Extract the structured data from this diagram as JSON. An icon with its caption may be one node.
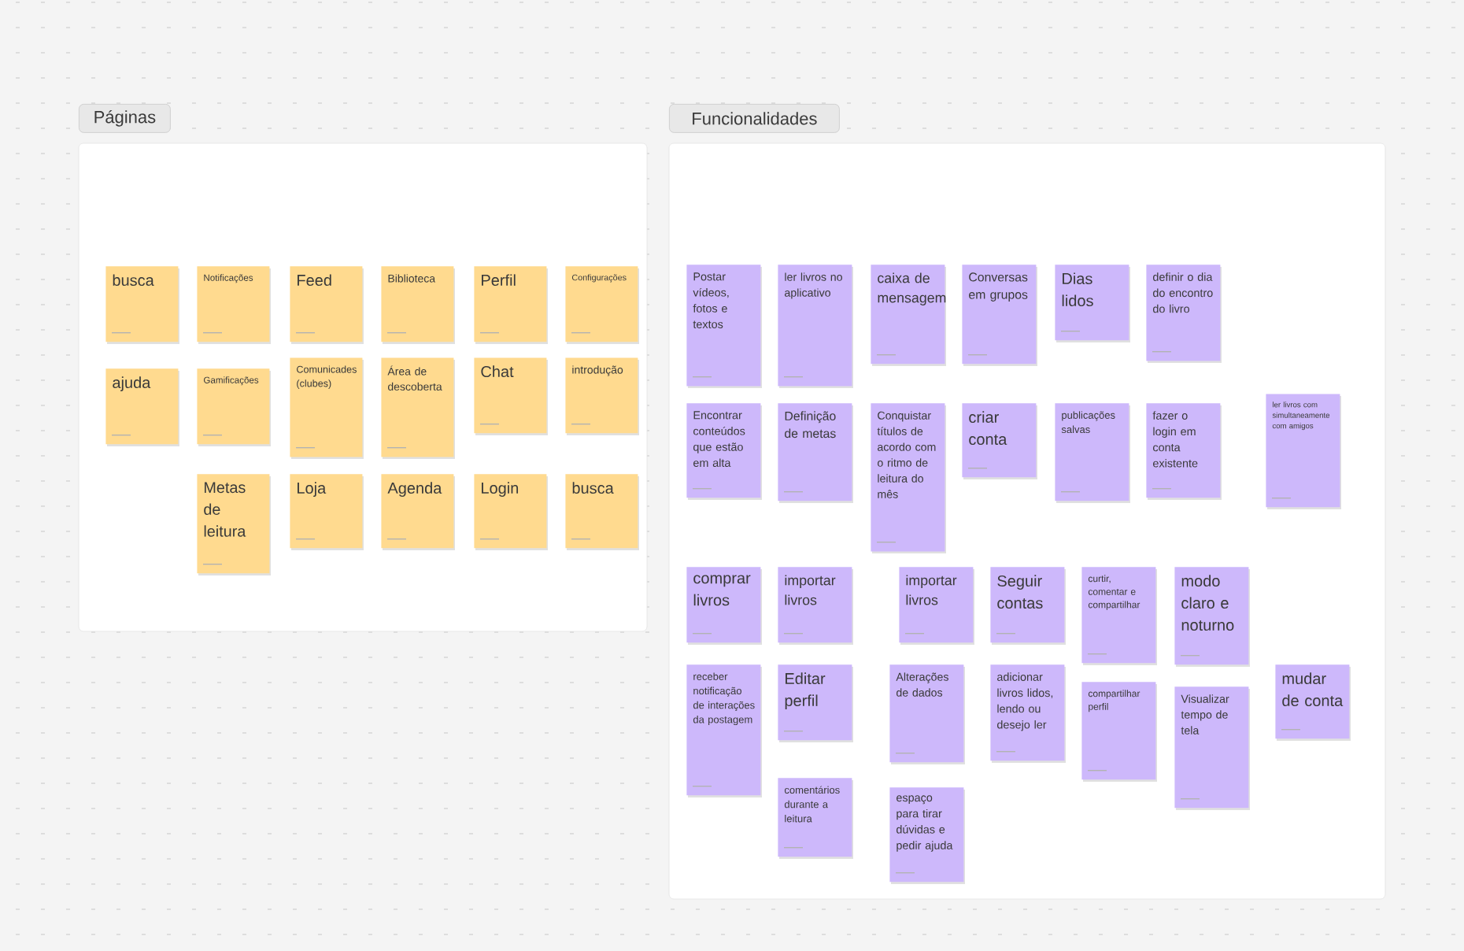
{
  "diagram": {
    "nodes": [
      {
        "text": [
          "Páginas"
        ]
      },
      {
        "text": [
          "busca"
        ],
        "in": 0
      },
      {
        "text": [
          "Notificações"
        ],
        "in": 0
      },
      {
        "text": [
          "Feed"
        ],
        "in": 0
      },
      {
        "text": [
          "Biblioteca"
        ],
        "in": 0
      },
      {
        "text": [
          "Perfil"
        ],
        "in": 0
      },
      {
        "text": [
          "Configurações"
        ],
        "in": 0
      },
      {
        "text": [
          "ajuda"
        ],
        "in": 0
      },
      {
        "text": [
          "Gamificações"
        ],
        "in": 0
      },
      {
        "text": [
          "Comunicades (clubes)"
        ],
        "in": 0
      },
      {
        "text": [
          "Área de descoberta"
        ],
        "in": 0
      },
      {
        "text": [
          "Chat"
        ],
        "in": 0
      },
      {
        "text": [
          "introdução"
        ],
        "in": 0
      },
      {
        "text": [
          "Metas de leitura"
        ],
        "in": 0
      },
      {
        "text": [
          "Loja"
        ],
        "in": 0
      },
      {
        "text": [
          "Agenda"
        ],
        "in": 0
      },
      {
        "text": [
          "Login"
        ],
        "in": 0
      },
      {
        "text": [
          "busca"
        ],
        "in": 0
      },
      {
        "text": [
          "Funcionalidades"
        ]
      },
      {
        "text": [
          "Postar vídeos, fotos e textos"
        ],
        "in": 18
      },
      {
        "text": [
          "ler livros no aplicativo"
        ],
        "in": 18
      },
      {
        "text": [
          "caixa de mensagem"
        ],
        "in": 18
      },
      {
        "text": [
          "Conversas em grupos"
        ],
        "in": 18
      },
      {
        "text": [
          "Dias lidos"
        ],
        "in": 18
      },
      {
        "text": [
          "definir o dia do encontro do livro"
        ],
        "in": 18
      },
      {
        "text": [
          "Encontrar conteúdos que estão em alta"
        ],
        "in": 18
      },
      {
        "text": [
          "Definição de metas"
        ],
        "in": 18
      },
      {
        "text": [
          "Conquistar títulos de acordo com o ritmo de leitura do mês"
        ],
        "in": 18
      },
      {
        "text": [
          "criar conta"
        ],
        "in": 18
      },
      {
        "text": [
          "publicações salvas"
        ],
        "in": 18
      },
      {
        "text": [
          "fazer o login em conta existente"
        ],
        "in": 18
      },
      {
        "text": [
          "ler livros com simultaneamente com amigos"
        ],
        "in": 18
      },
      {
        "text": [
          "comprar livros"
        ],
        "in": 18
      },
      {
        "text": [
          "importar livros"
        ],
        "in": 18
      },
      {
        "text": [
          "importar livros"
        ],
        "in": 18
      },
      {
        "text": [
          "Seguir contas"
        ],
        "in": 18
      },
      {
        "text": [
          "curtir, comentar e compartilhar"
        ],
        "in": 18
      },
      {
        "text": [
          "modo claro e noturno"
        ],
        "in": 18
      },
      {
        "text": [
          "receber notificação de interações da postagem"
        ],
        "in": 18
      },
      {
        "text": [
          "Editar perfil"
        ],
        "in": 18
      },
      {
        "text": [
          "Alterações de dados"
        ],
        "in": 18
      },
      {
        "text": [
          "adicionar livros lidos, lendo ou desejo ler"
        ],
        "in": 18
      },
      {
        "text": [
          "compartilhar perfil"
        ],
        "in": 18
      },
      {
        "text": [
          "Visualizar tempo de tela"
        ],
        "in": 18
      },
      {
        "text": [
          "mudar de conta"
        ],
        "in": 18
      },
      {
        "text": [
          "comentários durante a leitura"
        ],
        "in": 18
      },
      {
        "text": [
          "espaço para tirar dúvidas e pedir ajuda"
        ],
        "in": 18
      }
    ]
  }
}
